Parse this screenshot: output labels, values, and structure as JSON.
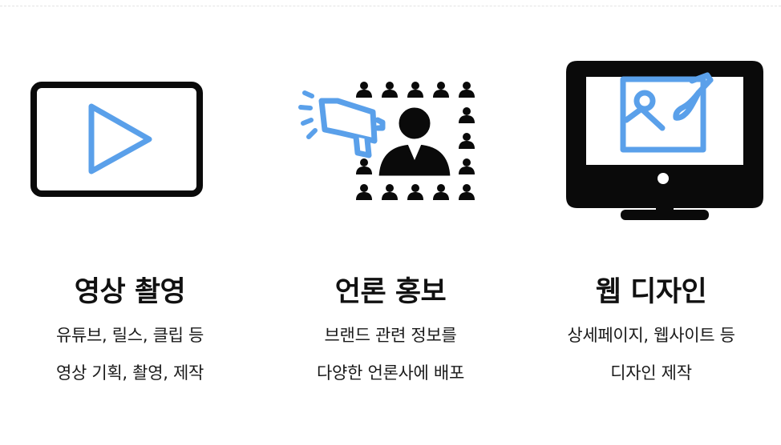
{
  "colors": {
    "accent": "#5aa0ea",
    "icon_dark": "#0a0a0a",
    "text": "#111111"
  },
  "services": [
    {
      "icon": "video-play-icon",
      "title": "영상 촬영",
      "lines": [
        "유튜브, 릴스, 클립 등",
        "영상 기획, 촬영, 제작"
      ]
    },
    {
      "icon": "megaphone-crowd-icon",
      "title": "언론 홍보",
      "lines": [
        "브랜드 관련 정보를",
        "다양한 언론사에 배포"
      ]
    },
    {
      "icon": "monitor-design-icon",
      "title": "웹 디자인",
      "lines": [
        "상세페이지, 웹사이트 등",
        "디자인 제작"
      ]
    }
  ]
}
